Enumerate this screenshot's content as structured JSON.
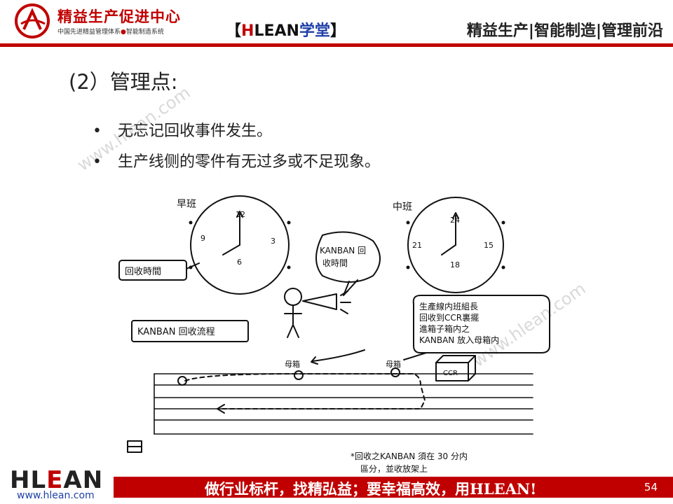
{
  "header": {
    "org_name": "精益生产促进中心",
    "org_sub_a": "中国先进精益管理体系",
    "org_sub_b": "智能制造系统",
    "brand_bracket_open": "【",
    "brand_h": "H",
    "brand_lean": "LEAN",
    "brand_xt": "学堂",
    "brand_bracket_close": "】",
    "tagline": "精益生产|智能制造|管理前沿"
  },
  "content": {
    "title": "(2）管理点:",
    "bullets": [
      "无忘记回收事件发生。",
      "生产线侧的零件有无过多或不足现象。"
    ]
  },
  "watermark": "www.hlean.com",
  "sketch": {
    "clock_left_label": "早班",
    "clock_left_12": "12",
    "clock_left_3": "3",
    "clock_left_6": "6",
    "clock_left_9": "9",
    "clock_right_label": "中班",
    "clock_right_24": "24",
    "clock_right_15": "15",
    "clock_right_18": "18",
    "clock_right_21": "21",
    "recover_time_box": "回收時間",
    "speech_line1": "KANBAN 回",
    "speech_line2": "收時間",
    "flow_box": "KANBAN 回收流程",
    "note_line1": "生產線内班組長",
    "note_line2": "回收到CCR裏擺",
    "note_line3": "進箱子箱内之",
    "note_line4": "KANBAN 放入母箱内",
    "mother_box_1": "母箱",
    "mother_box_2": "母箱",
    "ccr_box": "CCR",
    "bottom_note_line1": "*回收之KANBAN 須在 30 分内",
    "bottom_note_line2": "區分，並收放架上"
  },
  "footer": {
    "logo_h": "H",
    "logo_l": "L",
    "logo_e": "E",
    "logo_an": "AN",
    "url": "www.hlean.com",
    "slogan": "做行业标杆，找精弘益；要幸福高效，用HLEAN!",
    "page_number": "54"
  },
  "colors": {
    "accent_red": "#c00000",
    "brand_blue": "#1f3fa8"
  }
}
